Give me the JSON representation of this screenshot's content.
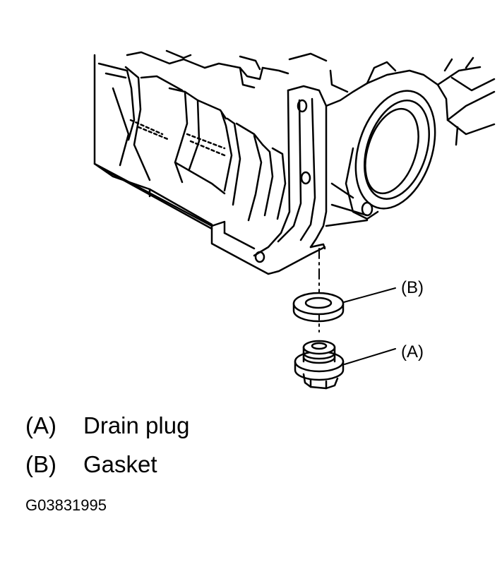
{
  "callouts": {
    "b": "(B)",
    "a": "(A)"
  },
  "legend": [
    {
      "key": "(A)",
      "label": "Drain plug"
    },
    {
      "key": "(B)",
      "label": "Gasket"
    }
  ],
  "figure_id": "G03831995"
}
